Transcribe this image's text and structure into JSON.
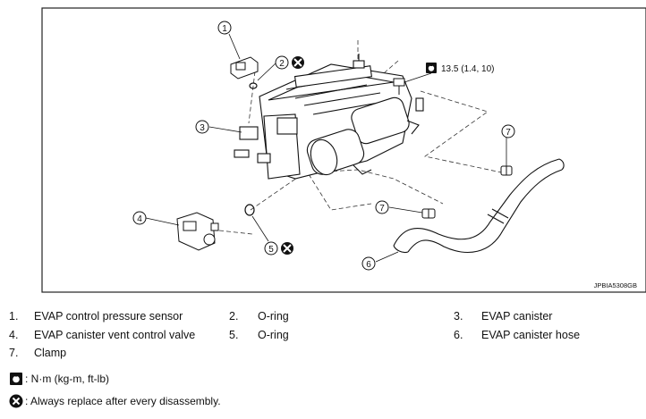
{
  "diagram": {
    "callouts": [
      "1",
      "2",
      "3",
      "4",
      "5",
      "6",
      "7",
      "7"
    ],
    "torque": "13.5 (1.4, 10)",
    "figure_code": "JPBIA5308GB"
  },
  "legend": {
    "items": [
      {
        "num": "1.",
        "label": "EVAP control pressure sensor"
      },
      {
        "num": "2.",
        "label": "O-ring"
      },
      {
        "num": "3.",
        "label": "EVAP canister"
      },
      {
        "num": "4.",
        "label": "EVAP canister vent control valve"
      },
      {
        "num": "5.",
        "label": "O-ring"
      },
      {
        "num": "6.",
        "label": "EVAP canister hose"
      },
      {
        "num": "7.",
        "label": "Clamp"
      }
    ],
    "torque_note": ": N·m (kg-m, ft-lb)",
    "replace_note": ": Always replace after every disassembly."
  },
  "icons": {
    "torque": "torque-wrench-icon",
    "replace": "replace-x-icon"
  }
}
